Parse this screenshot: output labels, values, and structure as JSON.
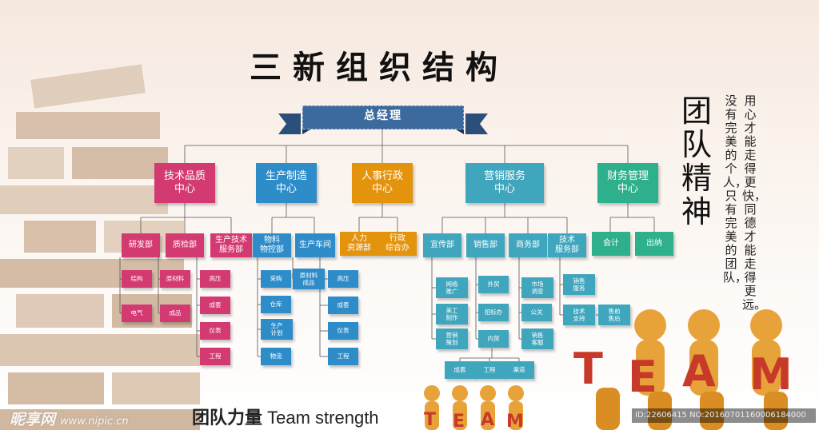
{
  "title": "三新组织结构",
  "top": "总经理",
  "centers": {
    "tech": "技术品质\n中心",
    "prod": "生产制造\n中心",
    "hr": "人事行政\n中心",
    "mkt": "营销服务\n中心",
    "fin": "财务管理\n中心"
  },
  "depts": {
    "yanfa": "研发部",
    "zhijian": "质检部",
    "shengchan_jishu": "生产技术\n服务部",
    "wuliao": "物料\n物控部",
    "chejian": "生产车间",
    "renli": "人力\n资源部",
    "xingzheng": "行政\n综合办",
    "xuanchuan": "宣传部",
    "xiaoshou": "销售部",
    "shangwu": "商务部",
    "jishu_fuwu": "技术\n服务部",
    "kuaiji": "会计",
    "chuna": "出纳"
  },
  "subs": {
    "jiegou": "结构",
    "dianqi": "电气",
    "yuancailiao": "原材料",
    "chengpin": "成品",
    "gaoya1": "高压",
    "chengtao1": "成套",
    "yibiao1": "仪表",
    "gongcheng1": "工程",
    "caigou": "采购",
    "cangku": "仓库",
    "shengchan_jihua": "生产\n计划",
    "wuliu": "物流",
    "yuancailiao_chengpin": "原材料\n成品",
    "gaoya2": "高压",
    "chengtao2": "成套",
    "yibiao2": "仪表",
    "gongcheng2": "工程",
    "wangluo": "网络\n推广",
    "meigong": "美工\n制作",
    "yingxiao": "营销\n策划",
    "waimao": "外贸",
    "zhaobiao": "招标办",
    "neimao": "内贸",
    "chengtao3": "成套",
    "gongcheng3": "工程",
    "qudao": "渠道",
    "shichang": "市场\n调查",
    "gongguan": "公关",
    "xiaoshou_kefu": "销售\n客服",
    "xiaoshou_fuwu": "销售\n服务",
    "jishu_zhichi": "技术\n支持",
    "shouqian": "售前\n售后"
  },
  "spirit": "团队精神",
  "poem_line1": "用心才能走得更快，同德才能走得更远。",
  "poem_line2": "没有完美的个人，只有完美的团队，",
  "slogan_cn": "团队力量",
  "slogan_en": "Team strength",
  "team_word": "TEAM",
  "watermark_left": "昵享网",
  "watermark_left_url": "www.nipic.cn",
  "watermark_right": "ID:22606415 NO:20160701160006184000",
  "colors": {
    "pink": "#d43a72",
    "blue": "#2e8dc9",
    "orange": "#e4930d",
    "teal": "#3fa6be",
    "green": "#2fb08c",
    "ribbon": "#3d6a9e"
  }
}
